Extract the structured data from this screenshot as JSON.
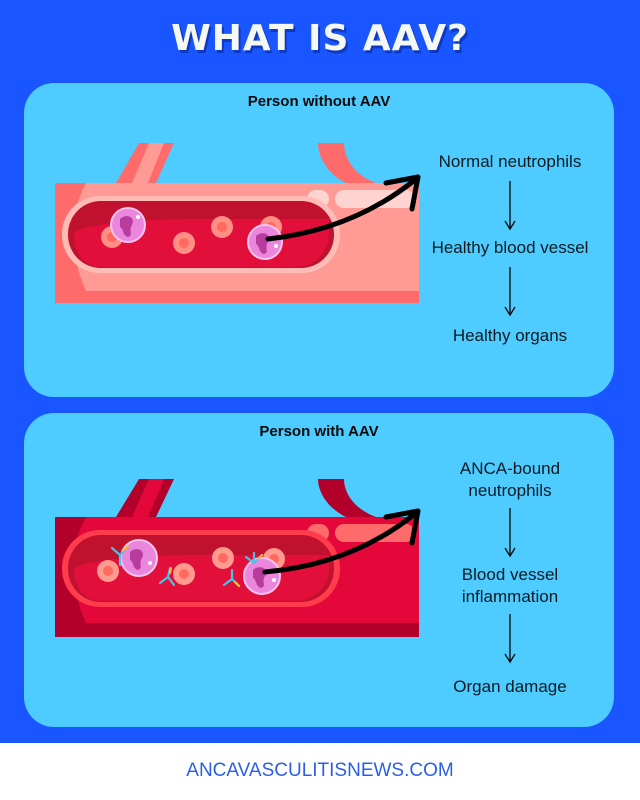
{
  "title": "WHAT IS AAV?",
  "colors": {
    "background": "#1a56ff",
    "panel": "#4ecbff",
    "footer_text": "#2a5fe6",
    "healthy_vessel": "#ff9a94",
    "inflamed_vessel": "#e4083a",
    "neutrophil": "#e86fd0",
    "antibody": "#46c4e8"
  },
  "panels": [
    {
      "title": "Person without AAV",
      "illustration": "healthy-blood-vessel",
      "steps": [
        "Normal neutrophils",
        "Healthy blood vessel",
        "Healthy organs"
      ]
    },
    {
      "title": "Person with AAV",
      "illustration": "inflamed-blood-vessel-with-anca",
      "steps": [
        "ANCA-bound\nneutrophils",
        "Blood vessel\ninflammation",
        "Organ damage"
      ]
    }
  ],
  "icons": {
    "curved_arrow": "curved-arrow-icon",
    "down_arrow": "arrow-down-icon",
    "neutrophil": "neutrophil-icon",
    "red_blood_cell": "red-blood-cell-icon",
    "antibody": "antibody-icon"
  },
  "footer": "ANCAVASCULITISNEWS.COM"
}
